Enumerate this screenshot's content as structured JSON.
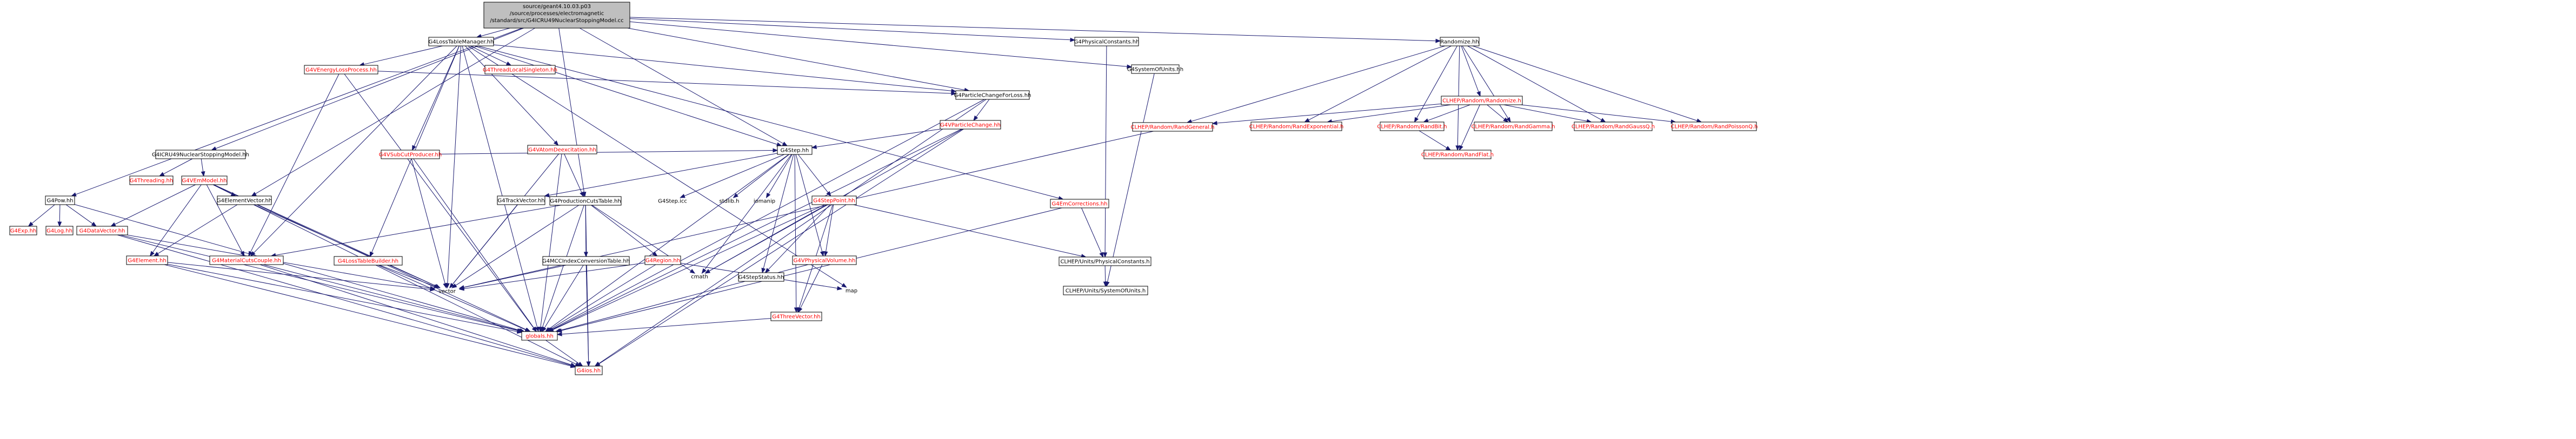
{
  "root_file": {
    "line1": "source/geant4.10.03.p03",
    "line2": "/source/processes/electromagnetic",
    "line3": "/standard/src/G4ICRU49NuclearStoppingModel.cc"
  },
  "colors": {
    "edge": "#191970",
    "broken_link_text": "#ff0000",
    "text": "#000000",
    "root_fill": "#bfbfbf"
  },
  "nodes": {
    "G4LossTableManager": "G4LossTableManager.hh",
    "G4PhysicalConstants": "G4PhysicalConstants.hh",
    "G4SystemOfUnits": "G4SystemOfUnits.hh",
    "Randomize": "Randomize.hh",
    "G4VEnergyLossProcess": "G4VEnergyLossProcess.hh",
    "G4ThreadLocalSingleton": "G4ThreadLocalSingleton.hh",
    "G4ParticleChangeForLoss": "G4ParticleChangeForLoss.hh",
    "CLHEP_Randomize": "CLHEP/Random/Randomize.h",
    "CLHEP_RandGeneral": "CLHEP/Random/RandGeneral.h",
    "CLHEP_RandExponential": "CLHEP/Random/RandExponential.h",
    "CLHEP_RandBit": "CLHEP/Random/RandBit.h",
    "CLHEP_RandGamma": "CLHEP/Random/RandGamma.h",
    "CLHEP_RandGaussQ": "CLHEP/Random/RandGaussQ.h",
    "CLHEP_RandPoissonQ": "CLHEP/Random/RandPoissonQ.h",
    "CLHEP_RandFlat": "CLHEP/Random/RandFlat.h",
    "G4ICRU49NuclearStoppingModel": "G4ICRU49NuclearStoppingModel.hh",
    "G4VSubCutProducer": "G4VSubCutProducer.hh",
    "G4VParticleChange": "G4VParticleChange.hh",
    "G4Threading": "G4Threading.hh",
    "G4VEmModel": "G4VEmModel.hh",
    "G4VAtomDeexcitation": "G4VAtomDeexcitation.hh",
    "G4Step": "G4Step.hh",
    "G4ElementVector": "G4ElementVector.hh",
    "G4TrackVector": "G4TrackVector.hh",
    "G4ProductionCutsTable": "G4ProductionCutsTable.hh",
    "G4Pow": "G4Pow.hh",
    "G4Step_icc": "G4Step.icc",
    "stdlib": "stdlib.h",
    "iomanip": "iomanip",
    "G4StepPoint": "G4StepPoint.hh",
    "G4EmCorrections": "G4EmCorrections.hh",
    "G4Exp": "G4Exp.hh",
    "G4Log": "G4Log.hh",
    "G4DataVector": "G4DataVector.hh",
    "G4Element": "G4Element.hh",
    "G4MaterialCutsCouple": "G4MaterialCutsCouple.hh",
    "G4LossTableBuilder": "G4LossTableBuilder.hh",
    "G4MCCIndexConversionTable": "G4MCCIndexConversionTable.hh",
    "G4Region": "G4Region.hh",
    "cmath": "cmath",
    "G4StepStatus": "G4StepStatus.hh",
    "G4VPhysicalVolume": "G4VPhysicalVolume.hh",
    "CLHEP_PhysicalConstants": "CLHEP/Units/PhysicalConstants.h",
    "vector": "vector",
    "map": "map",
    "G4ThreeVector": "G4ThreeVector.hh",
    "CLHEP_SystemOfUnits": "CLHEP/Units/SystemOfUnits.h",
    "globals": "globals.hh",
    "G4ios": "G4ios.hh"
  }
}
